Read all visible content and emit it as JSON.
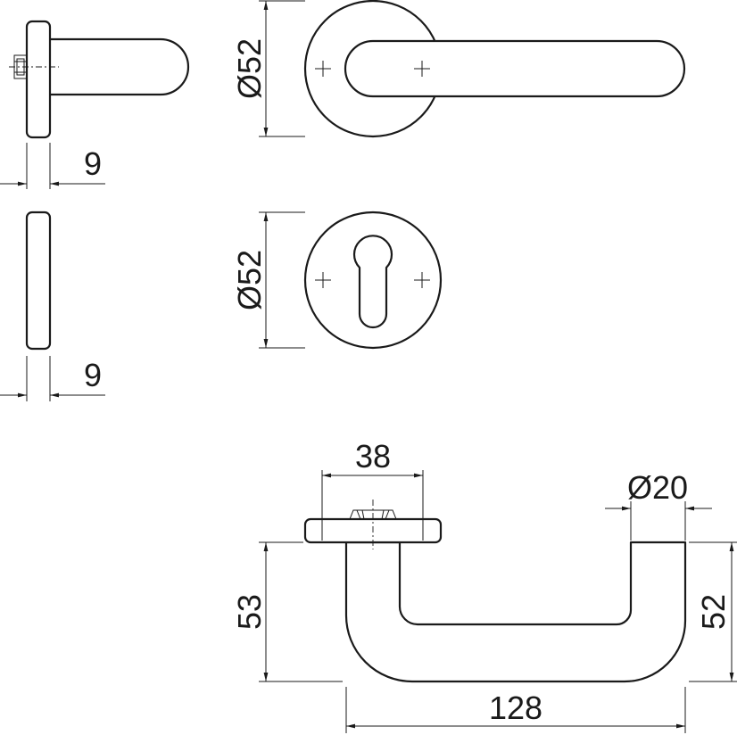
{
  "dimensions": {
    "side_rose_thickness": "9",
    "side_escutcheon_thickness": "9",
    "rose_diameter": "Ø52",
    "escutcheon_diameter": "Ø52",
    "rose_spacing": "38",
    "grip_diameter": "Ø20",
    "handle_height": "53",
    "handle_leg_height": "52",
    "handle_length": "128"
  },
  "colors": {
    "line": "#1a1a1a",
    "background": "#ffffff"
  }
}
